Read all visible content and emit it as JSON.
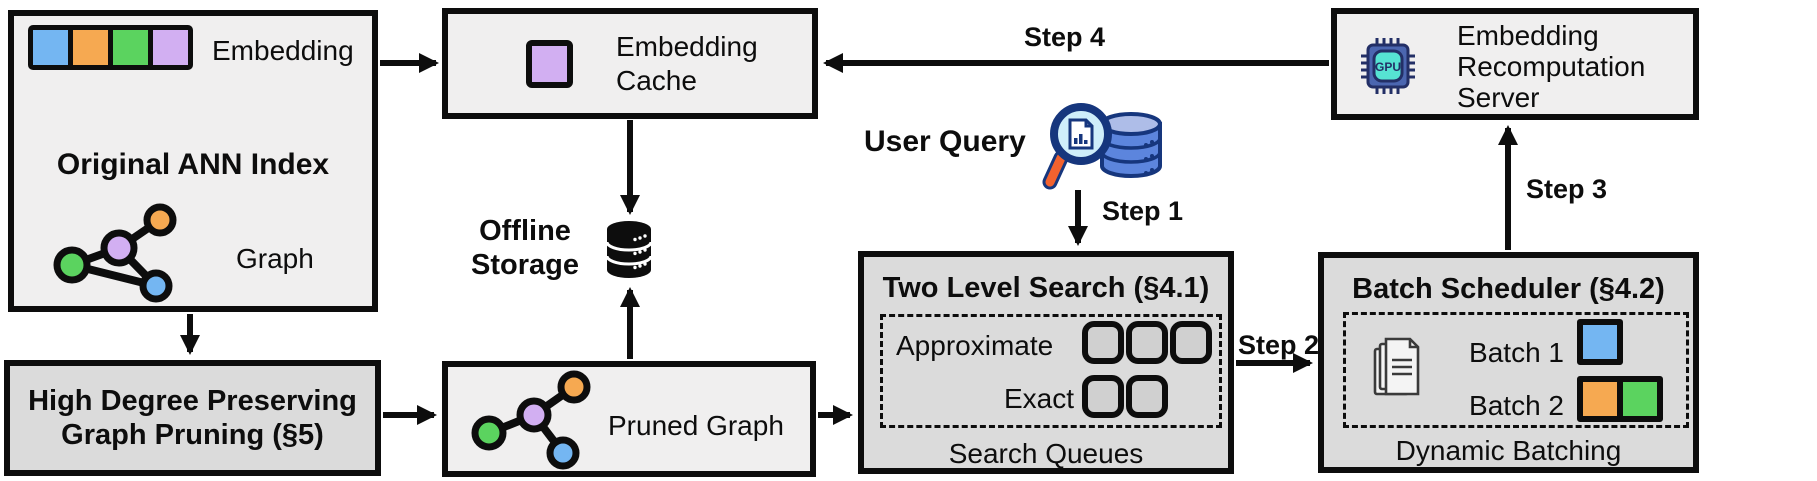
{
  "palette": {
    "blue": "#74b6f2",
    "orange": "#f6a951",
    "green": "#5bd35f",
    "purple": "#d2aff2",
    "box_light": "#f0efef",
    "box_dark": "#dbdbdb",
    "line_black": "#0d0d0d",
    "gpu_body": "#4b66b0",
    "gpu_core": "#56e3d3",
    "query_db_fill": "#5c85dd",
    "query_db_top": "#aebde8",
    "query_outline": "#16367d",
    "lens_fill": "#cfeefa",
    "handle_orange": "#f2622e"
  },
  "ann": {
    "embedding_label": "Embedding",
    "title": "Original ANN Index",
    "graph_label": "Graph"
  },
  "cache": {
    "label": "Embedding\nCache"
  },
  "server": {
    "label": "Embedding\nRecomputation\nServer",
    "gpu_label": "GPU"
  },
  "storage": {
    "label": "Offline\nStorage"
  },
  "high_degree": {
    "label": "High Degree Preserving\nGraph Pruning (§5)"
  },
  "pruned": {
    "label": "Pruned Graph"
  },
  "two_level": {
    "title": "Two Level Search (§4.1)",
    "approximate_label": "Approximate",
    "exact_label": "Exact",
    "caption": "Search Queues"
  },
  "batch": {
    "title": "Batch Scheduler (§4.2)",
    "batch1_label": "Batch 1",
    "batch2_label": "Batch 2",
    "caption": "Dynamic Batching"
  },
  "flow": {
    "user_query": "User Query",
    "step1": "Step 1",
    "step2": "Step 2",
    "step3": "Step 3",
    "step4": "Step 4"
  }
}
